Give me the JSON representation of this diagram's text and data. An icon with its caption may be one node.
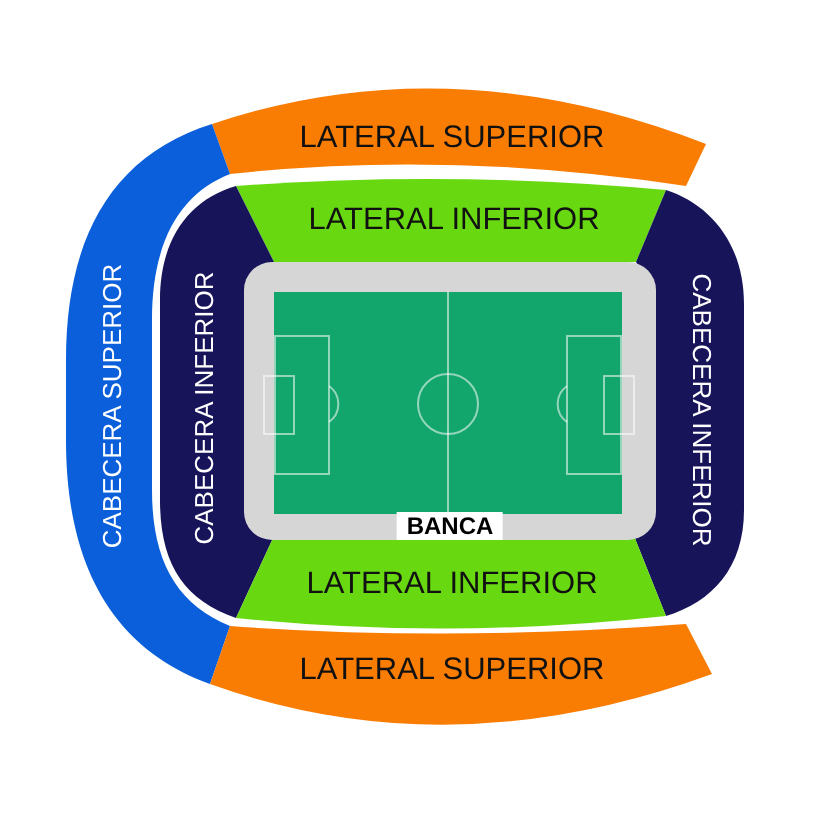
{
  "diagram": {
    "nodes": [
      {
        "text": [
          "LATERAL SUPERIOR"
        ]
      },
      {
        "text": [
          "LATERAL INFERIOR"
        ]
      },
      {
        "text": [
          "CABECERA SUPERIOR"
        ]
      },
      {
        "text": [
          "CABECERA INFERIOR"
        ]
      },
      {
        "text": [
          "CABECERA INFERIOR"
        ]
      },
      {
        "text": [
          "BANCA"
        ]
      },
      {
        "text": [
          "LATERAL INFERIOR"
        ]
      },
      {
        "text": [
          "LATERAL SUPERIOR"
        ]
      }
    ]
  }
}
